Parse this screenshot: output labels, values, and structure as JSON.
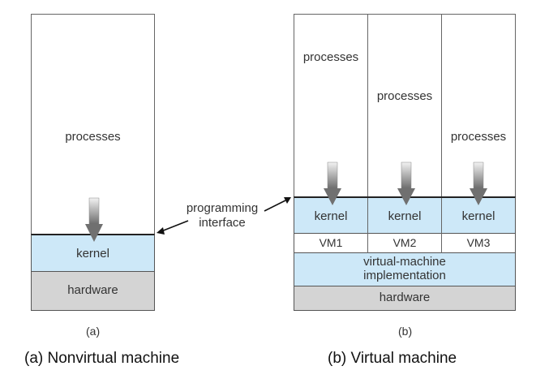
{
  "left": {
    "processes": "processes",
    "kernel": "kernel",
    "hardware": "hardware",
    "label": "(a)",
    "caption": "(a) Nonvirtual machine"
  },
  "middle": {
    "programming_interface": [
      "programming",
      "interface"
    ]
  },
  "right": {
    "columns": [
      {
        "processes": "processes",
        "kernel": "kernel",
        "vm": "VM1"
      },
      {
        "processes": "processes",
        "kernel": "kernel",
        "vm": "VM2"
      },
      {
        "processes": "processes",
        "kernel": "kernel",
        "vm": "VM3"
      }
    ],
    "implementation": [
      "virtual-machine",
      "implementation"
    ],
    "hardware": "hardware",
    "label": "(b)",
    "caption": "(b) Virtual machine"
  },
  "colors": {
    "kernel_fill": "#cde8f8",
    "hardware_fill": "#d4d4d4",
    "border": "#555555"
  }
}
